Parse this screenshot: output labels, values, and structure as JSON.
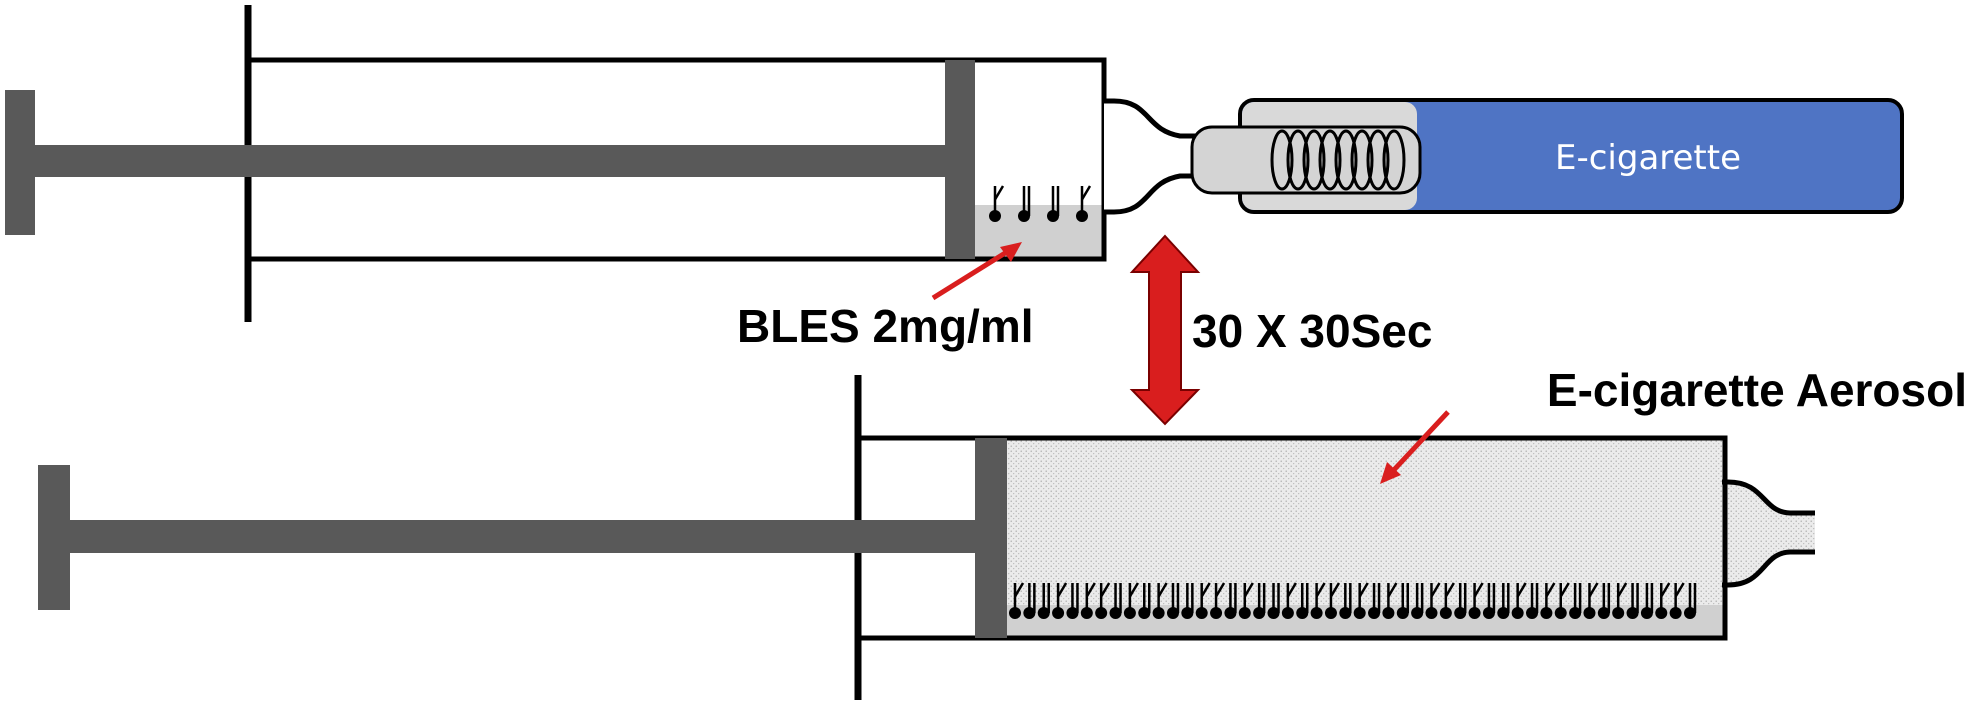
{
  "labels": {
    "ecig_device": "E-cigarette",
    "bles": "BLES 2mg/ml",
    "exposure": "30 X 30Sec",
    "aerosol": "E-cigarette Aerosol"
  },
  "colors": {
    "ecig_body": "#4f74c4",
    "ecig_tip": "#d4d4d4",
    "plunger": "#595959",
    "liquid": "#d0d0d0",
    "aerosol_fill": "#e6e6e6",
    "arrow": "#d91e1e",
    "outline": "#000000"
  },
  "surfactant": {
    "top_syringe_tail_pattern": [
      "Y",
      "I",
      "I",
      "Y"
    ],
    "bottom_syringe_tail_pattern": [
      "Y",
      "I",
      "I",
      "Y",
      "I",
      "Y",
      "Y",
      "I",
      "Y",
      "I",
      "Y",
      "I",
      "I",
      "Y",
      "Y",
      "I"
    ]
  }
}
